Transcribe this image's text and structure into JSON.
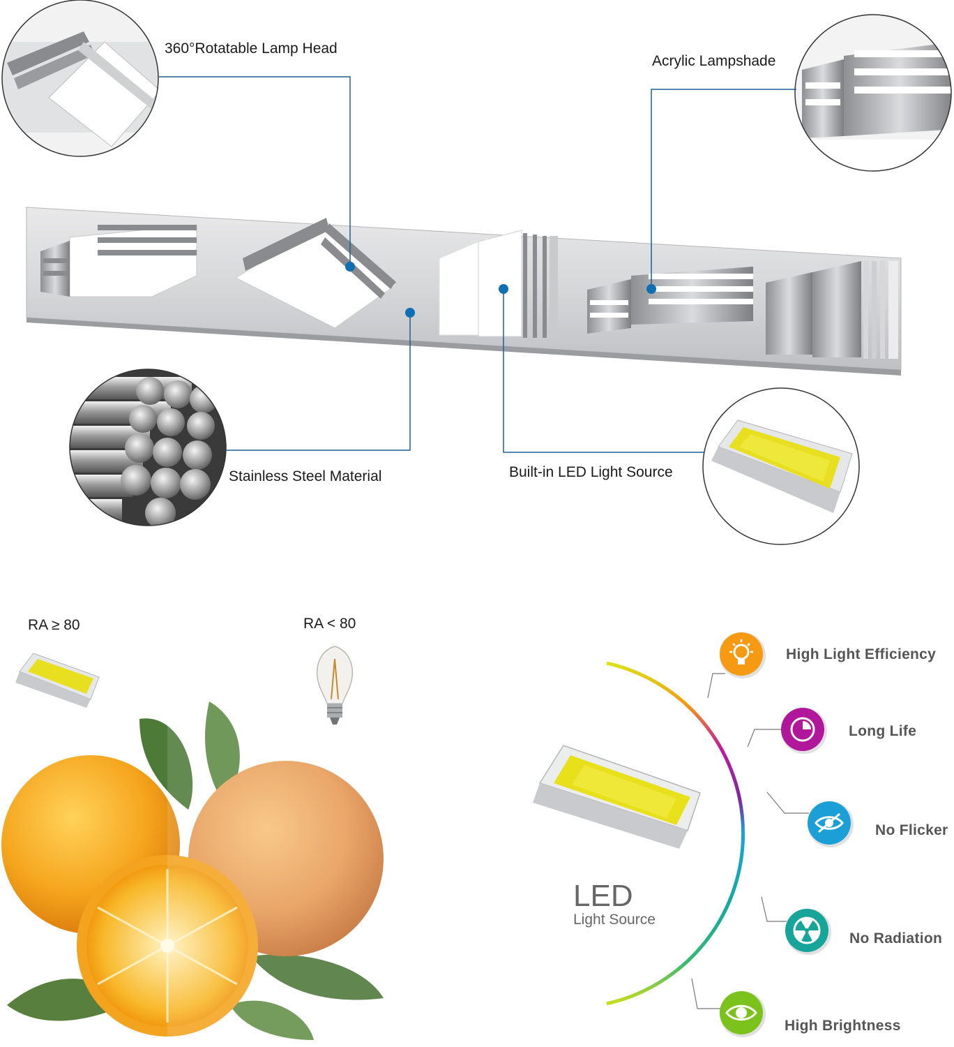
{
  "callouts": {
    "rotatable_head": "360°Rotatable Lamp Head",
    "lampshade": "Acrylic Lampshade",
    "steel": "Stainless Steel Material",
    "led_source": "Built-in LED Light Source"
  },
  "comparison": {
    "ra_high": "RA ≥ 80",
    "ra_low": "RA < 80"
  },
  "led": {
    "title": "LED",
    "subtitle": "Light Source"
  },
  "features": [
    {
      "label": "High Light Efficiency",
      "icon": "lightbulb-icon",
      "color": "#f59a12"
    },
    {
      "label": "Long Life",
      "icon": "clock-icon",
      "color": "#b0179a"
    },
    {
      "label": "No Flicker",
      "icon": "eye-slash-icon",
      "color": "#1b9fd6"
    },
    {
      "label": "No Radiation",
      "icon": "radiation-icon",
      "color": "#17a59a"
    },
    {
      "label": "High Brightness",
      "icon": "eye-icon",
      "color": "#7cc21c"
    }
  ],
  "colors": {
    "callout_line": "#1b5f93",
    "dot": "#0f6fb3"
  }
}
